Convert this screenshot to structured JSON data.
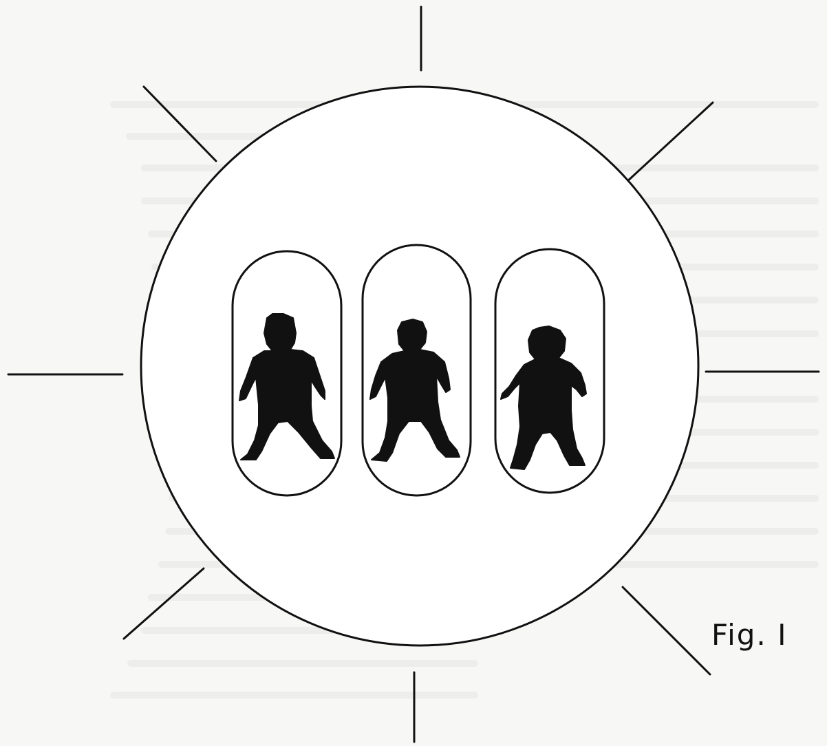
{
  "figure": {
    "caption": "Fig. I",
    "capsule_count": 3,
    "ray_count": 8,
    "icons": {
      "capsule_left_person": "person-silhouette-icon",
      "capsule_middle_person": "person-silhouette-icon",
      "capsule_right_person": "person-silhouette-icon"
    },
    "colors": {
      "ink": "#111111",
      "paper": "#ffffff"
    }
  }
}
